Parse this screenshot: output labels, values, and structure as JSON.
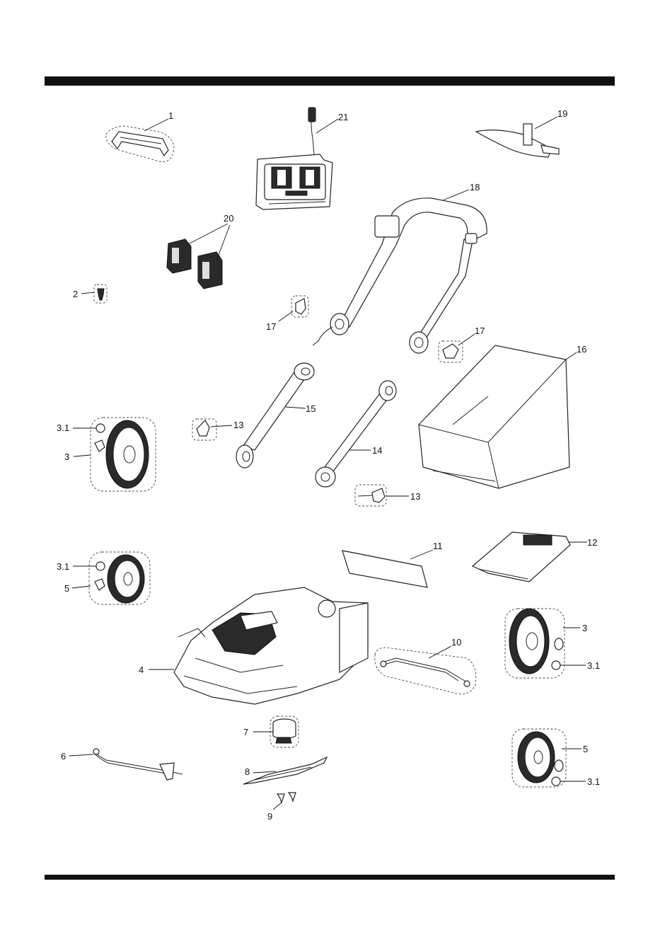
{
  "labels": {
    "p1": "1",
    "p2": "2",
    "p3_left": "3",
    "p3_1_a": "3.1",
    "p3_1_b": "3.1",
    "p5_left": "5",
    "p4": "4",
    "p6": "6",
    "p7": "7",
    "p8": "8",
    "p9": "9",
    "p10": "10",
    "p11": "11",
    "p12": "12",
    "p13_a": "13",
    "p13_b": "13",
    "p14": "14",
    "p15": "15",
    "p16": "16",
    "p17_a": "17",
    "p17_b": "17",
    "p18": "18",
    "p19": "19",
    "p20": "20",
    "p21": "21",
    "p3_right": "3",
    "p3_1_c": "3.1",
    "p5_right": "5",
    "p3_1_d": "3.1"
  }
}
